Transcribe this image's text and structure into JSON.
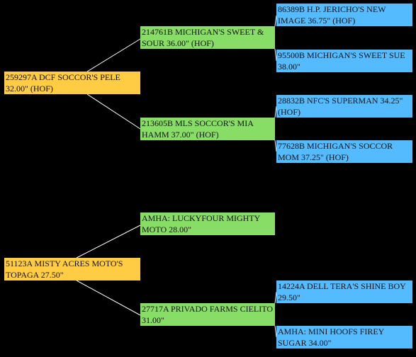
{
  "colors": {
    "background": "#000000",
    "subject": "#ffcc44",
    "parent": "#88dd66",
    "grandparent": "#55bbff",
    "connector": "#ffffff"
  },
  "pedigree1": {
    "subject": "259297A DCF SOCCOR'S PELE 32.00\" (HOF)",
    "sire": "214761B MICHIGAN'S SWEET & SOUR 36.00\" (HOF)",
    "dam": "213605B MLS SOCCOR'S MIA HAMM 37.00\" (HOF)",
    "sire_sire": "86389B H.P. JERICHO'S NEW IMAGE 36.75\" (HOF)",
    "sire_dam": "95500B MICHIGAN'S SWEET SUE 38.00\"",
    "dam_sire": "28832B NFC'S SUPERMAN 34.25\" (HOF)",
    "dam_dam": "77628B MICHIGAN'S SOCCOR MOM 37.25\" (HOF)"
  },
  "pedigree2": {
    "subject": "51123A MISTY ACRES MOTO'S TOPAGA 27.50\"",
    "sire": "AMHA: LUCKYFOUR MIGHTY MOTO 28.00\"",
    "dam": "27717A PRIVADO FARMS CIELITO 31.00\"",
    "dam_sire": "14224A DELL TERA'S SHINE BOY 29.50\"",
    "dam_dam": "AMHA: MINI HOOFS FIREY SUGAR 34.00\""
  }
}
